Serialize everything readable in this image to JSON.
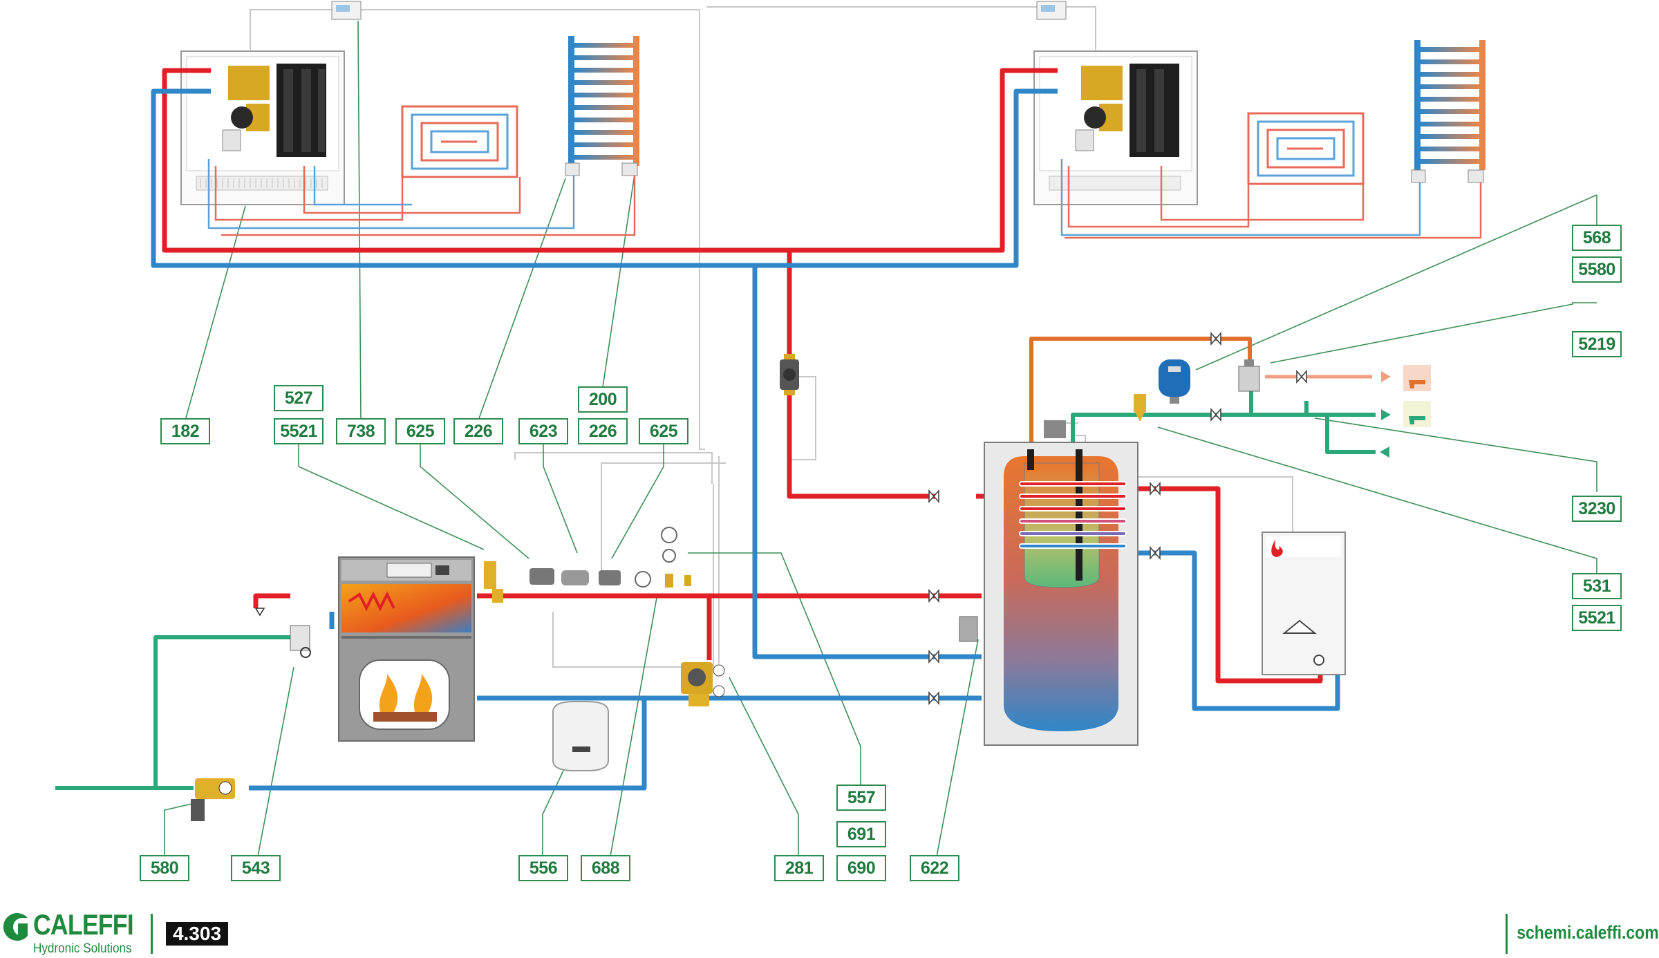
{
  "labels": [
    {
      "id": "182",
      "text": "182"
    },
    {
      "id": "527",
      "text": "527"
    },
    {
      "id": "5521a",
      "text": "5521"
    },
    {
      "id": "738",
      "text": "738"
    },
    {
      "id": "625a",
      "text": "625"
    },
    {
      "id": "226a",
      "text": "226"
    },
    {
      "id": "623",
      "text": "623"
    },
    {
      "id": "200",
      "text": "200"
    },
    {
      "id": "226b",
      "text": "226"
    },
    {
      "id": "625b",
      "text": "625"
    },
    {
      "id": "568",
      "text": "568"
    },
    {
      "id": "5580",
      "text": "5580"
    },
    {
      "id": "5219",
      "text": "5219"
    },
    {
      "id": "3230",
      "text": "3230"
    },
    {
      "id": "531",
      "text": "531"
    },
    {
      "id": "5521b",
      "text": "5521"
    },
    {
      "id": "557",
      "text": "557"
    },
    {
      "id": "691",
      "text": "691"
    },
    {
      "id": "690",
      "text": "690"
    },
    {
      "id": "580",
      "text": "580"
    },
    {
      "id": "543",
      "text": "543"
    },
    {
      "id": "556",
      "text": "556"
    },
    {
      "id": "688",
      "text": "688"
    },
    {
      "id": "281",
      "text": "281"
    },
    {
      "id": "622",
      "text": "622"
    }
  ],
  "footer": {
    "brand": "CALEFFI",
    "tagline": "Hydronic Solutions",
    "scheme_code": "4.303",
    "website": "schemi.caleffi.com"
  },
  "colors": {
    "hot": "#e01f26",
    "cold": "#2f86c8",
    "dhw_cold": "#2aa87a",
    "hot_dhw": "#e0702c",
    "label_border": "#2e8b4e",
    "brand_green": "#1f8a3e"
  }
}
